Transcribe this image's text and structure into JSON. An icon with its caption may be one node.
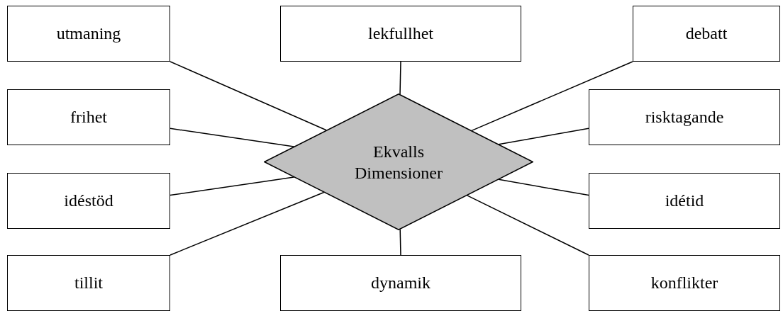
{
  "diagram": {
    "nodes": [
      {
        "text": [
          "utmaning"
        ]
      },
      {
        "text": [
          "lekfullhet"
        ]
      },
      {
        "text": [
          "debatt"
        ]
      },
      {
        "text": [
          "frihet"
        ]
      },
      {
        "text": [
          "Ekvalls Dimensioner"
        ]
      },
      {
        "text": [
          "risktagande"
        ]
      },
      {
        "text": [
          "idéstöd"
        ]
      },
      {
        "text": [
          "idétid"
        ]
      },
      {
        "text": [
          "tillit"
        ]
      },
      {
        "text": [
          "dynamik"
        ]
      },
      {
        "text": [
          "konflikter"
        ]
      }
    ],
    "edges": [
      {
        "from": 4,
        "to": 0,
        "arrow": "none"
      },
      {
        "from": 4,
        "to": 1,
        "arrow": "none"
      },
      {
        "from": 4,
        "to": 2,
        "arrow": "none"
      },
      {
        "from": 4,
        "to": 3,
        "arrow": "none"
      },
      {
        "from": 4,
        "to": 5,
        "arrow": "none"
      },
      {
        "from": 4,
        "to": 6,
        "arrow": "none"
      },
      {
        "from": 4,
        "to": 7,
        "arrow": "none"
      },
      {
        "from": 4,
        "to": 8,
        "arrow": "none"
      },
      {
        "from": 4,
        "to": 9,
        "arrow": "none"
      },
      {
        "from": 4,
        "to": 10,
        "arrow": "none"
      }
    ]
  }
}
